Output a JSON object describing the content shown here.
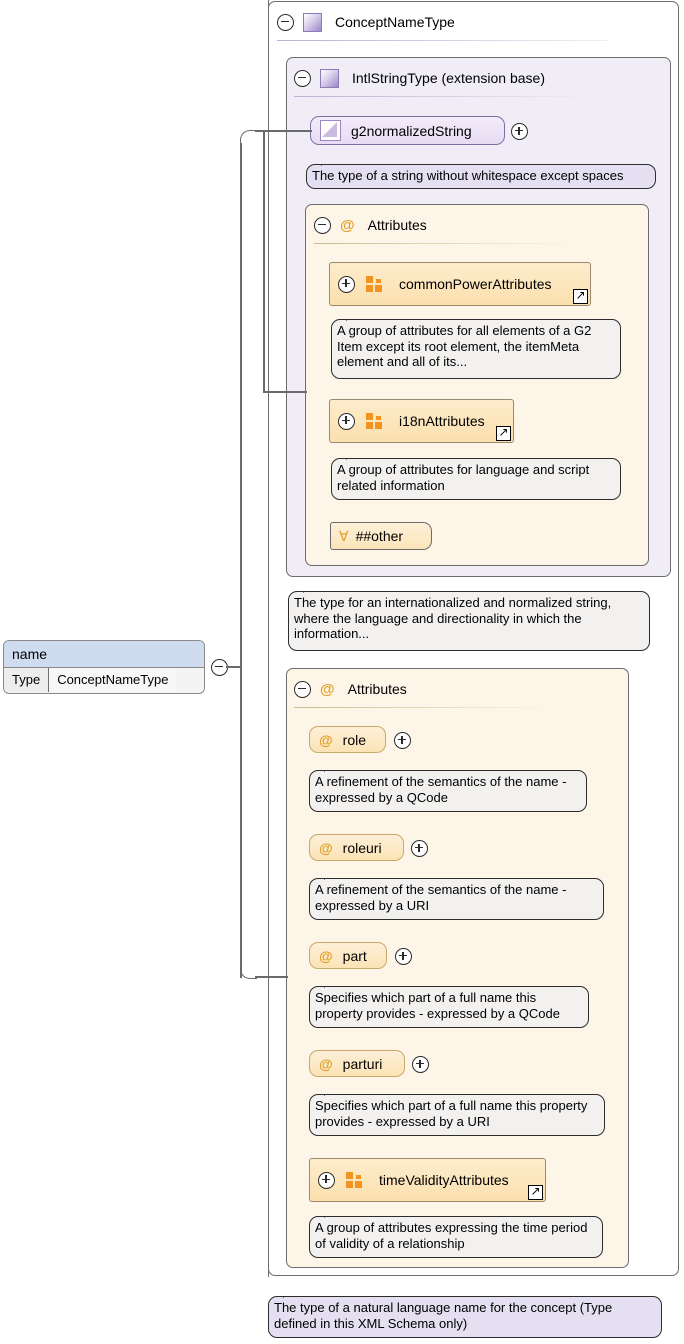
{
  "diagram": {
    "title": "ConceptNameType",
    "root_type": {
      "label": "ConceptNameType",
      "icon": "complex-type-icon",
      "toggle": "minus-icon"
    },
    "element": {
      "name": "name",
      "type_key": "Type",
      "type_value": "ConceptNameType",
      "toggle": "minus-icon"
    },
    "extension_base": {
      "label": "IntlStringType (extension base)",
      "icon": "complex-type-icon",
      "toggle": "minus-icon",
      "simple_content": {
        "label": "g2normalizedString",
        "icon": "simple-type-icon",
        "toggle": "plus-icon",
        "annotation": "The type of a string without whitespace except spaces"
      },
      "attributes_section": {
        "label": "Attributes",
        "icon": "at-icon",
        "toggle": "minus-icon",
        "items": [
          {
            "label": "commonPowerAttributes",
            "kind": "attribute-group",
            "toggle": "plus-icon",
            "external_ref": true,
            "annotation": "A group of attributes for all elements of a G2 Item except its root element, the itemMeta element and all of its..."
          },
          {
            "label": "i18nAttributes",
            "kind": "attribute-group",
            "toggle": "plus-icon",
            "external_ref": true,
            "annotation": "A group of attributes for language and script related information"
          },
          {
            "label": "##other",
            "kind": "any-attribute",
            "toggle": null,
            "external_ref": false,
            "annotation": null
          }
        ]
      },
      "annotation": "The type for an internationalized and normalized string, where the language and directionality in which the information..."
    },
    "own_attributes_section": {
      "label": "Attributes",
      "icon": "at-icon",
      "toggle": "minus-icon",
      "items": [
        {
          "label": "role",
          "kind": "attribute",
          "toggle": "plus-icon",
          "external_ref": false,
          "annotation": "A refinement of the semantics of the name - expressed by a QCode"
        },
        {
          "label": "roleuri",
          "kind": "attribute",
          "toggle": "plus-icon",
          "external_ref": false,
          "annotation": "A refinement of the semantics of the name - expressed by a URI"
        },
        {
          "label": "part",
          "kind": "attribute",
          "toggle": "plus-icon",
          "external_ref": false,
          "annotation": "Specifies which part of a full name this property provides - expressed by a QCode"
        },
        {
          "label": "parturi",
          "kind": "attribute",
          "toggle": "plus-icon",
          "external_ref": false,
          "annotation": "Specifies which part of a full name this property provides - expressed by a URI"
        },
        {
          "label": "timeValidityAttributes",
          "kind": "attribute-group",
          "toggle": "plus-icon",
          "external_ref": true,
          "annotation": "A group of attributes expressing the time period of validity of a relationship"
        }
      ]
    },
    "root_annotation": "The type of a natural language name for the concept (Type defined in this XML Schema only)",
    "colors": {
      "purple_fill": "#f0edf7",
      "orange_fill": "#fdf5e8",
      "attr_node_fill": "#fbe3b6",
      "element_header": "#cfdcf0",
      "bubble_fill": "#f2f1f0",
      "bubble_purple_fill": "#e4e0f1",
      "line": "#6a6a6a",
      "at_accent": "#e0a02c",
      "group_accent": "#f0941f"
    }
  }
}
